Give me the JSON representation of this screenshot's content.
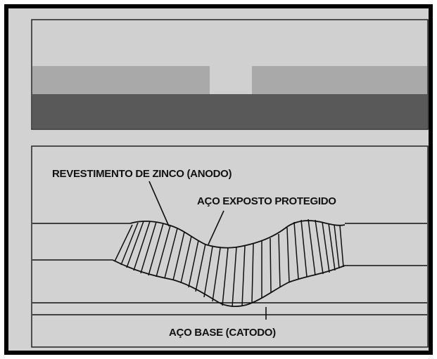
{
  "figure": {
    "labels": {
      "zinc_coating": "REVESTIMENTO DE ZINCO (ANODO)",
      "exposed_steel": "AÇO EXPOSTO PROTEGIDO",
      "base_steel": "AÇO BASE (CATODO)"
    },
    "colors": {
      "frame_border": "#000000",
      "panel_background": "#d2d2d2",
      "zinc_layer": "#a9a9a9",
      "steel_layer": "#595959",
      "line": "#111111"
    }
  }
}
